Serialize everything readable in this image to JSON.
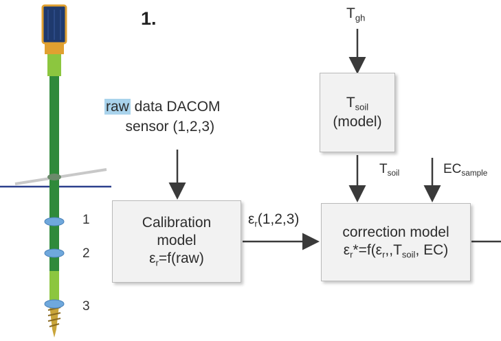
{
  "figure_number": "1.",
  "input": {
    "highlighted": "raw",
    "line1_rest": " data DACOM",
    "line2": "sensor (1,2,3)"
  },
  "temp_input": {
    "symbol": "T",
    "sub": "gh"
  },
  "tsoil_box": {
    "symbol": "T",
    "sub": "soil",
    "line2": "(model)"
  },
  "tsoil_label": {
    "symbol": "T",
    "sub": "soil"
  },
  "ec_label": {
    "symbol": "EC",
    "sub": "sample"
  },
  "calibration_box": {
    "line1": "Calibration",
    "line2": "model",
    "formula_symbol": "ε",
    "formula_sub": "r",
    "formula_rest": "=f(raw)"
  },
  "er_label": {
    "symbol": "ε",
    "sub": "r",
    "rest": "(1,2,3)"
  },
  "correction_box": {
    "line1": "correction model",
    "f_a": "ε",
    "f_a_sub": "r",
    "f_b": "*=f(ε",
    "f_b_sub": "r",
    "f_c": ",,T",
    "f_c_sub": "soil",
    "f_d": ", EC)"
  },
  "probe_levels": [
    "1",
    "2",
    "3"
  ],
  "colors": {
    "probe_green": "#2f8a3a",
    "probe_top": "#8cc63f",
    "ring": "#6fa8dc",
    "soil_line": "#2b3f8c",
    "solar": "#1f3a6e",
    "gold": "#e0a030"
  }
}
